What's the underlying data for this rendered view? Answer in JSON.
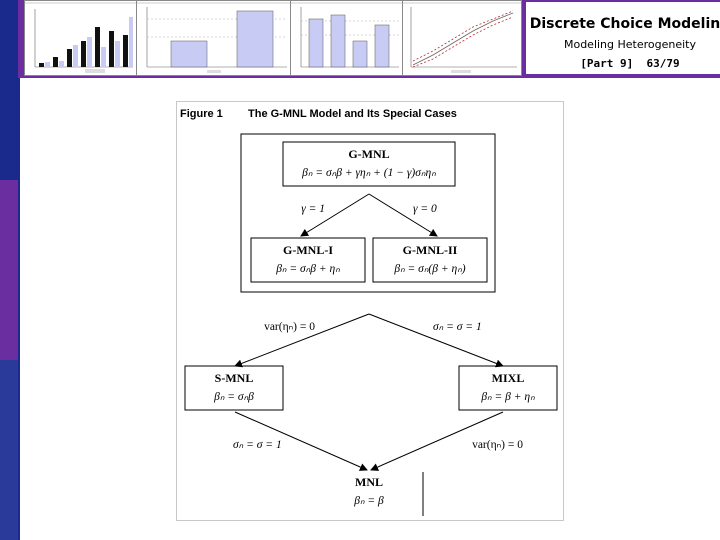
{
  "header": {
    "title": "Discrete Choice Modeling",
    "subtitle": "Modeling Heterogeneity",
    "part": "[Part 9]",
    "slide_number": "63/79"
  },
  "figure": {
    "label": "Figure 1",
    "title": "The G-MNL Model and Its Special Cases",
    "gmnl": {
      "name": "G-MNL",
      "formula": "βₙ = σₙβ + γηₙ + (1 − γ)σₙηₙ"
    },
    "branch_left": "γ = 1",
    "branch_right": "γ = 0",
    "gmnl1": {
      "name": "G-MNL-I",
      "formula": "βₙ = σₙβ + ηₙ"
    },
    "gmnl2": {
      "name": "G-MNL-II",
      "formula": "βₙ = σₙ(β + ηₙ)"
    },
    "cond_top_left": "var(ηₙ) = 0",
    "cond_top_right": "σₙ = σ = 1",
    "smnl": {
      "name": "S-MNL",
      "formula": "βₙ = σₙβ"
    },
    "mixl": {
      "name": "MIXL",
      "formula": "βₙ = β + ηₙ"
    },
    "cond_bottom_left": "σₙ = σ = 1",
    "cond_bottom_right": "var(ηₙ) = 0",
    "mnl": {
      "name": "MNL",
      "formula": "βₙ = β"
    }
  },
  "colors": {
    "stripe_blue": "#1a2a8c",
    "stripe_purple": "#6a2ea0",
    "thumb_bar": "#c8ccf4",
    "thumb_dark": "#111111"
  }
}
